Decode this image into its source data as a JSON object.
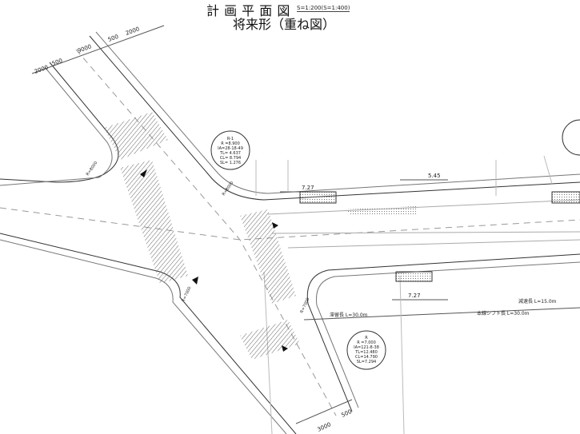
{
  "header": {
    "title": "計 画 平 面 図",
    "scale": "S=1:200(S=1:400)",
    "subtitle": "将来形（重ね図）"
  },
  "dimensions": {
    "nw_leg": [
      "2000",
      "500",
      "9000",
      "500",
      "2000"
    ],
    "se_leg": [
      "3000",
      "500"
    ],
    "north_lane_a": "7.27",
    "north_lane_b": "5.45",
    "south_lane": "7.27",
    "corner_radii": [
      "R=8000",
      "R=8000",
      "R=7000",
      "R=7000"
    ]
  },
  "lengths": {
    "storage": "滞留長  L=30.0m",
    "deceleration": "減速長  L=15.0m",
    "shift": "本線シフト長  L=30.0m"
  },
  "curve_tables": [
    {
      "lines": [
        "R-1",
        "R =8.900",
        "IA=28-18-49",
        "TL= 4.637",
        "CL= 8.794",
        "SL= 1.276"
      ]
    },
    {
      "lines": [
        "R",
        "R =7.000",
        "IA=121-8-38",
        "TL=12.480",
        "CL=14.790",
        "SL=7.294"
      ]
    }
  ]
}
